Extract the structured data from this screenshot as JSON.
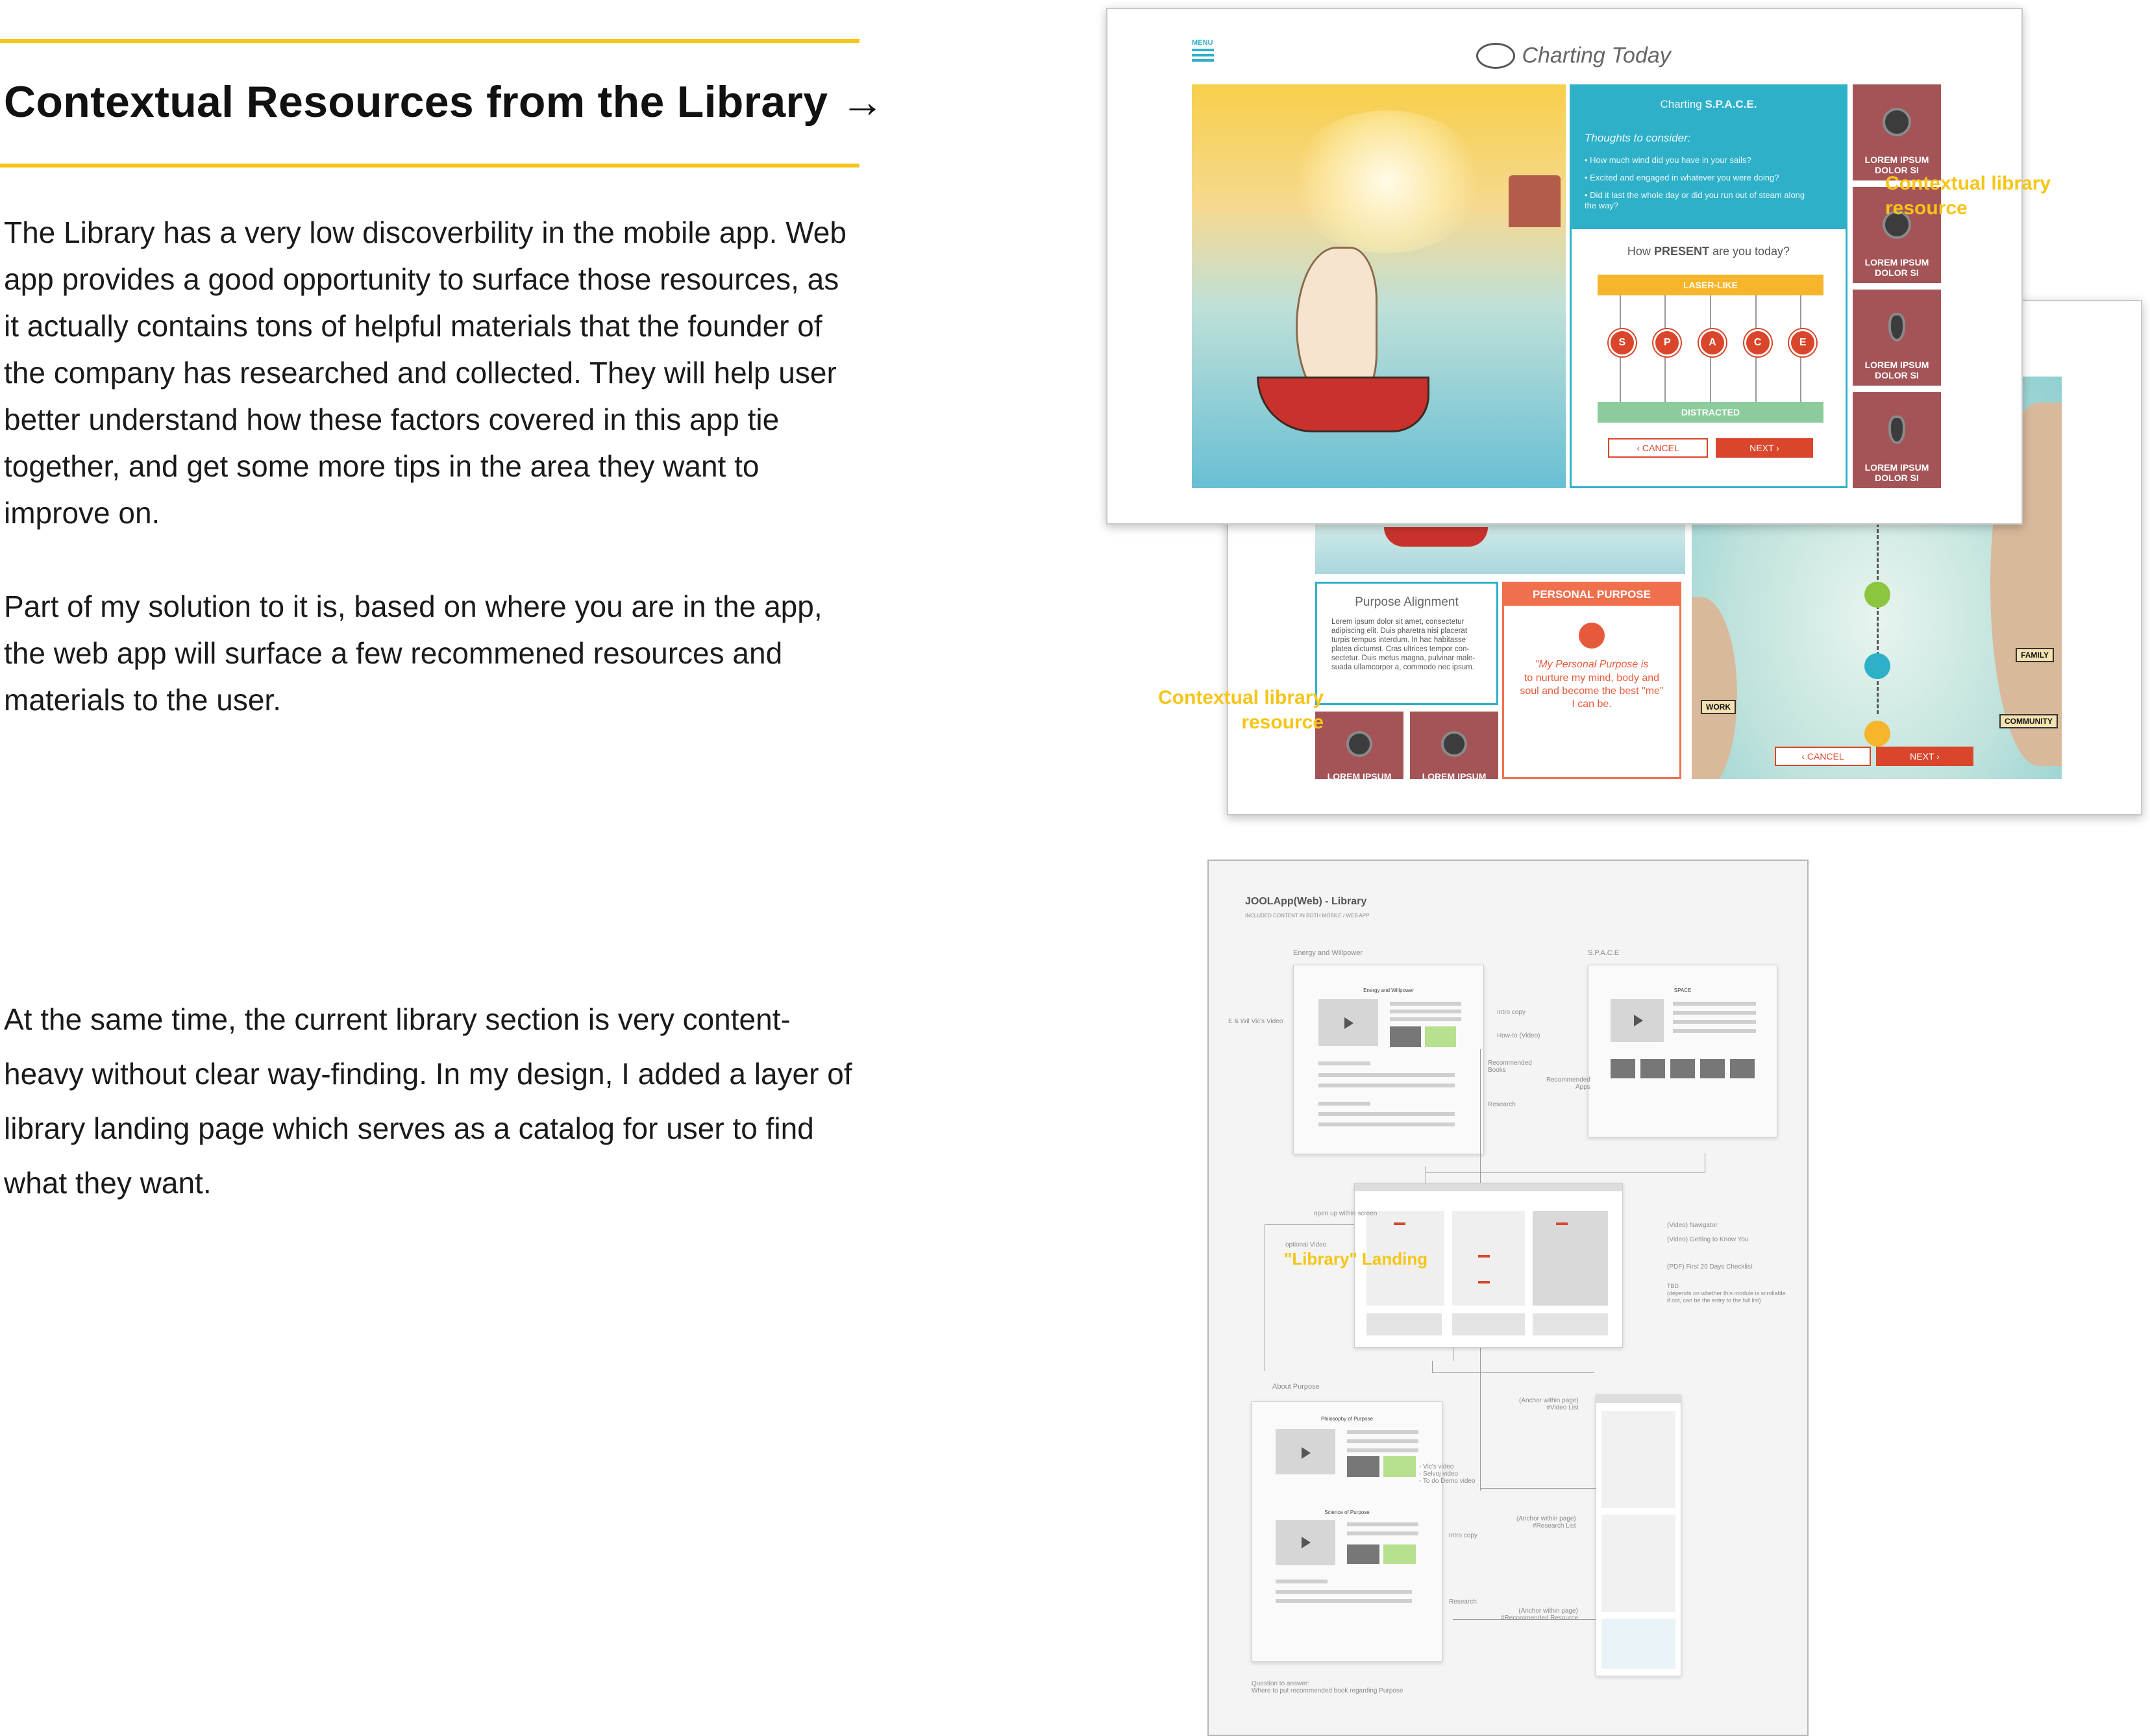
{
  "section": {
    "heading": "Contextual Resources from the Library →",
    "para1": "The Library has a very low discoverbility in the mobile app. Web\napp provides a good opportunity to surface those resources, as\nit actually contains tons of helpful materials that the founder of\nthe company has researched and collected.  They will help user\nbetter understand how these factors covered in this app tie\ntogether, and get some more tips in the area they want to\nimprove on.",
    "para2": "Part of my solution to it is, based on where you are in the app,\nthe web app will surface a few recommened resources and\nmaterials to the user.",
    "para3": "At the same time, the current library section is very content-\nheavy without clear way-finding. In my design, I added a layer of\nlibrary landing page which serves as a catalog for user to find\nwhat they want."
  },
  "mockup_front": {
    "menu_label": "MENU",
    "app_title": "Charting Today",
    "panel_title_prefix": "Charting ",
    "panel_title_bold": "S.P.A.C.E.",
    "thoughts_heading": "Thoughts to consider:",
    "thoughts": [
      "• How much wind did you have in your sails?",
      "• Excited and engaged in whatever you were doing?",
      "• Did it last the whole day or did you run out of steam along the way?"
    ],
    "question_prefix": "How ",
    "question_bold": "PRESENT",
    "question_suffix": " are you today?",
    "top_label": "LASER-LIKE",
    "bottom_label": "DISTRACTED",
    "sliders": [
      "S",
      "P",
      "A",
      "C",
      "E"
    ],
    "cancel": "‹ CANCEL",
    "next": "NEXT ›",
    "resource_cards": [
      "LOREM IPSUM\nDOLOR SI",
      "LOREM IPSUM\nDOLOR SI",
      "LOREM IPSUM\nDOLOR SI",
      "LOREM IPSUM\nDOLOR SI"
    ]
  },
  "mockup_back": {
    "alignment_title": "Purpose Alignment",
    "alignment_text": "Lorem ipsum dolor sit amet, consectetur adipiscing elit. Duis pharetra nisi placerat turpis tempus interdum. In hac habitasse platea dictumst. Cras ultrices tempor con-sectetur. Duis metus magna, pulvinar male-suada ullamcorper a, commodo nec ipsum.",
    "personal_purpose_title": "PERSONAL PURPOSE",
    "purpose_quote_italic": "\"My Personal Purpose is",
    "purpose_quote": "to nurture my mind, body and soul and become the best \"me\" I can be.",
    "resource_cards": [
      "LOREM IPSUM\nDOLOR SI",
      "LOREM IPSUM\nDOLOR SI"
    ],
    "map_labels": [
      "FAMILY",
      "WORK",
      "COMMUNITY"
    ],
    "cancel": "‹ CANCEL",
    "next": "NEXT ›"
  },
  "annotations": {
    "contextual_top": "Contextual library\nresource",
    "contextual_left": "Contextual library\nresource",
    "library_landing": "\"Library\" Landing"
  },
  "wireframe": {
    "title": "JOOLApp(Web) - Library",
    "subtitle": "INCLUDED CONTENT IN BOTH MOBILE / WEB APP",
    "energy_label": "Energy and Willpower",
    "space_label": "S.P.A.C.E",
    "energy_card_title": "Energy and Willpower",
    "space_card_title": "SPACE",
    "left_notes": [
      "E & Wil Vic's Video"
    ],
    "energy_notes": [
      "Intro copy",
      "How-to (Video)",
      "Recommended\nBooks",
      "Research"
    ],
    "space_notes": [
      "Recommended\nApps"
    ],
    "landing_left_notes": [
      "open up within screen",
      "optional Video"
    ],
    "landing_right_notes": [
      "(Video) Navigator",
      "(Video) Getting to Know You",
      "(PDF) First 20 Days Checklist",
      "TBD\n(depends on whether this module is scrollable\nif not, can be the entry to the full list)"
    ],
    "about_purpose_label": "About Purpose",
    "purpose_card_title": "Philosophy of Purpose",
    "science_card_title": "Science of Purpose",
    "purpose_notes": [
      "- Vic's video\n- Selvoj video\n- To do Demo video",
      "Intro copy",
      "Research"
    ],
    "anchor_notes": [
      "(Anchor within page)\n#Video List",
      "(Anchor within page)\n#Research List",
      "(Anchor within page)\n#Recommended Resource"
    ],
    "question": "Question to answer:\nWhere to put recommended book regarding Purpose"
  },
  "colors": {
    "accent_yellow": "#f5c517",
    "teal": "#2fb0c9",
    "orange": "#f7b52b",
    "red": "#d9462b",
    "card_red": "#a45457",
    "green": "#8ccc9c"
  }
}
